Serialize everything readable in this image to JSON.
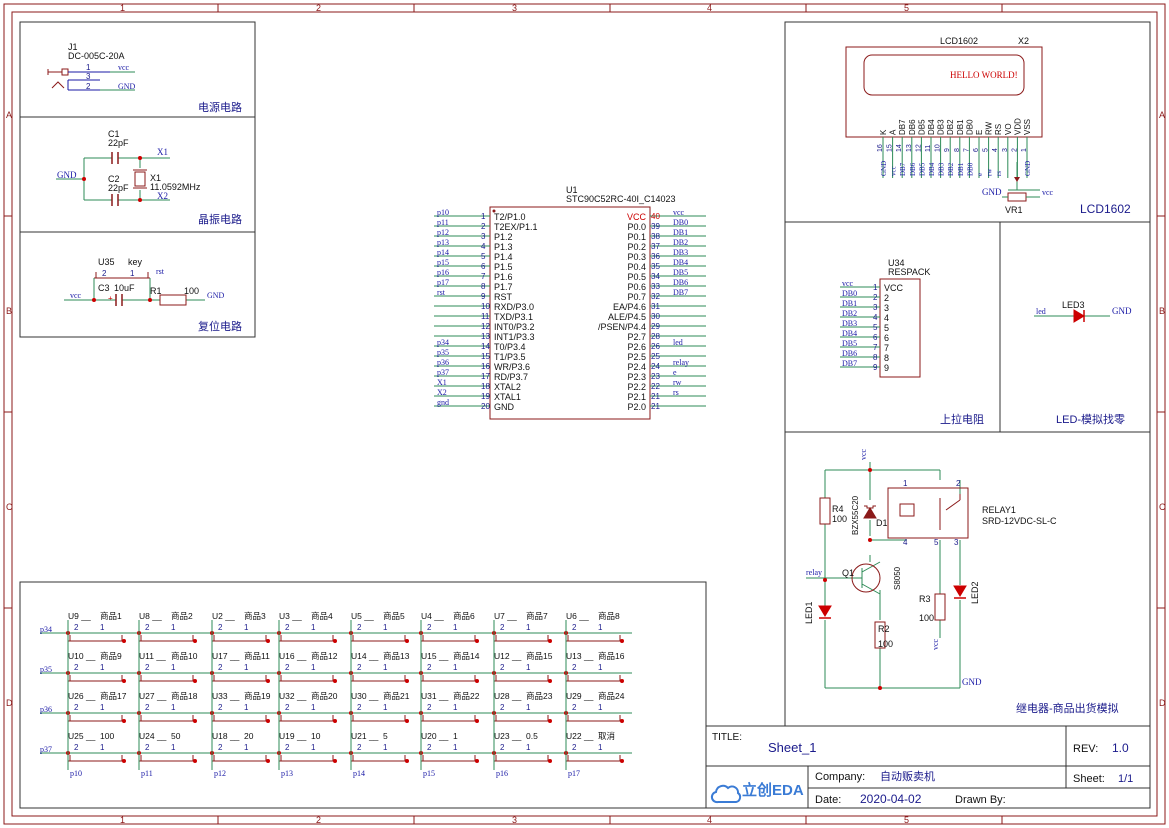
{
  "border": {
    "cols": [
      "1",
      "2",
      "3",
      "4",
      "5"
    ],
    "rows": [
      "A",
      "B",
      "C",
      "D"
    ]
  },
  "power": {
    "ref": "J1",
    "part": "DC-005C-20A",
    "pins": [
      "1",
      "3",
      "2"
    ],
    "net_vcc": "vcc",
    "net_gnd": "GND",
    "title": "电源电路"
  },
  "crystal": {
    "c1_ref": "C1",
    "c1_val": "22pF",
    "c2_ref": "C2",
    "c2_val": "22pF",
    "x_ref": "X1",
    "x_val": "11.0592MHz",
    "net_x1": "X1",
    "net_x2": "X2",
    "net_gnd": "GND",
    "title": "晶振电路"
  },
  "reset": {
    "sw_ref": "U35",
    "sw_val": "key",
    "pin2": "2",
    "pin1": "1",
    "net_rst": "rst",
    "c_ref": "C3",
    "c_val": "10uF",
    "c_plus": "+",
    "r_ref": "R1",
    "r_val": "100",
    "net_vcc": "vcc",
    "net_gnd": "GND",
    "title": "复位电路"
  },
  "mcu": {
    "ref": "U1",
    "part": "STC90C52RC-40I_C14023",
    "left": [
      {
        "net": "p10",
        "pin": "1",
        "name": "T2/P1.0"
      },
      {
        "net": "p11",
        "pin": "2",
        "name": "T2EX/P1.1"
      },
      {
        "net": "p12",
        "pin": "3",
        "name": "P1.2"
      },
      {
        "net": "p13",
        "pin": "4",
        "name": "P1.3"
      },
      {
        "net": "p14",
        "pin": "5",
        "name": "P1.4"
      },
      {
        "net": "p15",
        "pin": "6",
        "name": "P1.5"
      },
      {
        "net": "p16",
        "pin": "7",
        "name": "P1.6"
      },
      {
        "net": "p17",
        "pin": "8",
        "name": "P1.7"
      },
      {
        "net": "rst",
        "pin": "9",
        "name": "RST"
      },
      {
        "net": "",
        "pin": "10",
        "name": "RXD/P3.0"
      },
      {
        "net": "",
        "pin": "11",
        "name": "TXD/P3.1"
      },
      {
        "net": "",
        "pin": "12",
        "name": "INT0/P3.2"
      },
      {
        "net": "",
        "pin": "13",
        "name": "INT1/P3.3"
      },
      {
        "net": "p34",
        "pin": "14",
        "name": "T0/P3.4"
      },
      {
        "net": "p35",
        "pin": "15",
        "name": "T1/P3.5"
      },
      {
        "net": "p36",
        "pin": "16",
        "name": "WR/P3.6"
      },
      {
        "net": "p37",
        "pin": "17",
        "name": "RD/P3.7"
      },
      {
        "net": "X1",
        "pin": "18",
        "name": "XTAL2"
      },
      {
        "net": "X2",
        "pin": "19",
        "name": "XTAL1"
      },
      {
        "net": "gnd",
        "pin": "20",
        "name": "GND"
      }
    ],
    "right": [
      {
        "net": "vcc",
        "pin": "40",
        "name": "VCC"
      },
      {
        "net": "DB0",
        "pin": "39",
        "name": "P0.0"
      },
      {
        "net": "DB1",
        "pin": "38",
        "name": "P0.1"
      },
      {
        "net": "DB2",
        "pin": "37",
        "name": "P0.2"
      },
      {
        "net": "DB3",
        "pin": "36",
        "name": "P0.3"
      },
      {
        "net": "DB4",
        "pin": "35",
        "name": "P0.4"
      },
      {
        "net": "DB5",
        "pin": "34",
        "name": "P0.5"
      },
      {
        "net": "DB6",
        "pin": "33",
        "name": "P0.6"
      },
      {
        "net": "DB7",
        "pin": "32",
        "name": "P0.7"
      },
      {
        "net": "",
        "pin": "31",
        "name": "EA/P4.6"
      },
      {
        "net": "",
        "pin": "30",
        "name": "ALE/P4.5"
      },
      {
        "net": "",
        "pin": "29",
        "name": "/PSEN/P4.4"
      },
      {
        "net": "",
        "pin": "28",
        "name": "P2.7"
      },
      {
        "net": "led",
        "pin": "26",
        "name": "P2.6"
      },
      {
        "net": "",
        "pin": "25",
        "name": "P2.5"
      },
      {
        "net": "relay",
        "pin": "24",
        "name": "P2.4"
      },
      {
        "net": "e",
        "pin": "23",
        "name": "P2.3"
      },
      {
        "net": "rw",
        "pin": "22",
        "name": "P2.2"
      },
      {
        "net": "rs",
        "pin": "21",
        "name": "P2.1"
      },
      {
        "net": "",
        "pin": "21",
        "name": "P2.0"
      }
    ]
  },
  "lcd": {
    "name": "LCD1602",
    "ref": "X2",
    "screen": "HELLO WORLD!",
    "pin_labels": [
      "K",
      "A",
      "DB7",
      "DB6",
      "DB5",
      "DB4",
      "DB3",
      "DB2",
      "DB1",
      "DB0",
      "E",
      "RW",
      "RS",
      "VO",
      "VDD",
      "VSS"
    ],
    "pin_nums": [
      "16",
      "15",
      "14",
      "13",
      "12",
      "11",
      "10",
      "9",
      "8",
      "7",
      "6",
      "5",
      "4",
      "3",
      "2",
      "1"
    ],
    "nets": [
      "GND",
      "vcc",
      "DB7",
      "DB6",
      "DB5",
      "DB4",
      "DB3",
      "DB2",
      "DB1",
      "DB0",
      "e",
      "rw",
      "rs",
      "",
      "",
      "GND"
    ],
    "vr_ref": "VR1",
    "net_gnd": "GND",
    "net_vcc": "vcc",
    "title": "LCD1602"
  },
  "respack": {
    "ref": "U34",
    "part": "RESPACK",
    "pins": [
      "1",
      "2",
      "3",
      "4",
      "5",
      "6",
      "7",
      "8",
      "9"
    ],
    "names": [
      "VCC",
      "2",
      "3",
      "4",
      "5",
      "6",
      "7",
      "8",
      "9"
    ],
    "nets": [
      "vcc",
      "DB0",
      "DB1",
      "DB2",
      "DB3",
      "DB4",
      "DB5",
      "DB6",
      "DB7"
    ],
    "title": "上拉电阻"
  },
  "led3": {
    "ref": "LED3",
    "net_in": "led",
    "net_gnd": "GND",
    "title": "LED-模拟找零"
  },
  "relay": {
    "net_vcc": "vcc",
    "r4_ref": "R4",
    "r4_val": "100",
    "d1_ref": "D1",
    "d1_part": "BZX55C20",
    "relay_ref": "RELAY1",
    "relay_part": "SRD-12VDC-SL-C",
    "relay_pins": [
      "1",
      "2",
      "4",
      "5",
      "3"
    ],
    "net_relay": "relay",
    "q_ref": "Q1",
    "q_part": "S8050",
    "led1_ref": "LED1",
    "led2_ref": "LED2",
    "r2_ref": "R2",
    "r2_val": "100",
    "r3_ref": "R3",
    "r3_val": "100",
    "net_vcc2": "vcc",
    "net_gnd": "GND",
    "title": "继电器-商品出货模拟"
  },
  "keypad": {
    "rows": [
      {
        "net": "p34",
        "keys": [
          [
            "U9",
            "商品1"
          ],
          [
            "U8",
            "商品2"
          ],
          [
            "U2",
            "商品3"
          ],
          [
            "U3",
            "商品4"
          ],
          [
            "U5",
            "商品5"
          ],
          [
            "U4",
            "商品6"
          ],
          [
            "U7",
            "商品7"
          ],
          [
            "U6",
            "商品8"
          ]
        ]
      },
      {
        "net": "p35",
        "keys": [
          [
            "U10",
            "商品9"
          ],
          [
            "U11",
            "商品10"
          ],
          [
            "U17",
            "商品11"
          ],
          [
            "U16",
            "商品12"
          ],
          [
            "U14",
            "商品13"
          ],
          [
            "U15",
            "商品14"
          ],
          [
            "U12",
            "商品15"
          ],
          [
            "U13",
            "商品16"
          ]
        ]
      },
      {
        "net": "p36",
        "keys": [
          [
            "U26",
            "商品17"
          ],
          [
            "U27",
            "商品18"
          ],
          [
            "U33",
            "商品19"
          ],
          [
            "U32",
            "商品20"
          ],
          [
            "U30",
            "商品21"
          ],
          [
            "U31",
            "商品22"
          ],
          [
            "U28",
            "商品23"
          ],
          [
            "U29",
            "商品24"
          ]
        ]
      },
      {
        "net": "p37",
        "keys": [
          [
            "U25",
            "100"
          ],
          [
            "U24",
            "50"
          ],
          [
            "U18",
            "20"
          ],
          [
            "U19",
            "10"
          ],
          [
            "U21",
            "5"
          ],
          [
            "U20",
            "1"
          ],
          [
            "U23",
            "0.5"
          ],
          [
            "U22",
            "取消"
          ]
        ]
      }
    ],
    "cols": [
      "p10",
      "p11",
      "p12",
      "p13",
      "p14",
      "p15",
      "p16",
      "p17"
    ],
    "pin2": "2",
    "pin1": "1"
  },
  "titleblock": {
    "title_label": "TITLE:",
    "title": "Sheet_1",
    "rev_label": "REV:",
    "rev": "1.0",
    "company_label": "Company:",
    "company": "自动贩卖机",
    "sheet_label": "Sheet:",
    "sheet": "1/1",
    "date_label": "Date:",
    "date": "2020-04-02",
    "drawn_label": "Drawn By:",
    "drawn": "",
    "logo": "立创EDA"
  },
  "colors": {
    "wire": "#2e8b57",
    "wire2": "#3aa655",
    "part": "#8b1a1a",
    "text": "#1a1a8b",
    "net": "#1a1aa6",
    "red": "#cc0000",
    "border": "#8b1a1a",
    "green": "#228b22"
  }
}
